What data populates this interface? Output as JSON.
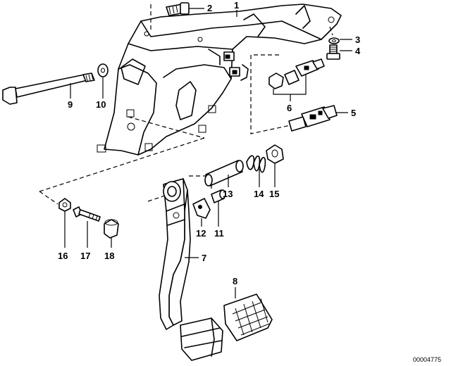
{
  "diagram": {
    "document_id": "00004775",
    "callouts": [
      "1",
      "2",
      "3",
      "4",
      "5",
      "6",
      "7",
      "8",
      "9",
      "10",
      "11",
      "12",
      "13",
      "14",
      "15",
      "16",
      "17",
      "18"
    ]
  }
}
